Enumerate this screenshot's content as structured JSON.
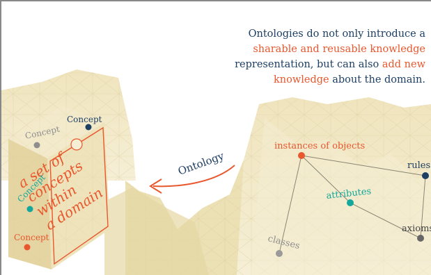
{
  "intro": {
    "part1": "Ontologies do not only introduce a",
    "part2": "sharable and reusable knowledge",
    "part3": "representation, but can also",
    "part4": "add new",
    "part5": "knowledge",
    "part6": "about the domain."
  },
  "cube": {
    "face_text": [
      "a set of",
      "concepts",
      "within",
      "a domain"
    ],
    "concepts": [
      {
        "label": "Concept",
        "color": "#1d3f63"
      },
      {
        "label": "Concept",
        "color": "#8e8e8e"
      },
      {
        "label": "Concept",
        "color": "#14a79b"
      },
      {
        "label": "Concept",
        "color": "#e8572e"
      }
    ]
  },
  "arrow_label": "Ontology",
  "graph": {
    "nodes": [
      {
        "id": "instances",
        "label": "instances of objects",
        "color": "#e8572e"
      },
      {
        "id": "rules",
        "label": "rules",
        "color": "#1d3f63"
      },
      {
        "id": "attributes",
        "label": "attributes",
        "color": "#14a79b"
      },
      {
        "id": "axioms",
        "label": "axioms",
        "color": "#555555"
      },
      {
        "id": "classes",
        "label": "classes",
        "color": "#8e8e8e"
      }
    ]
  },
  "colors": {
    "navy": "#1d3f63",
    "orange": "#e8572e",
    "teal": "#14a79b",
    "gray": "#8e8e8e",
    "terrain": "#f1e7c3"
  }
}
